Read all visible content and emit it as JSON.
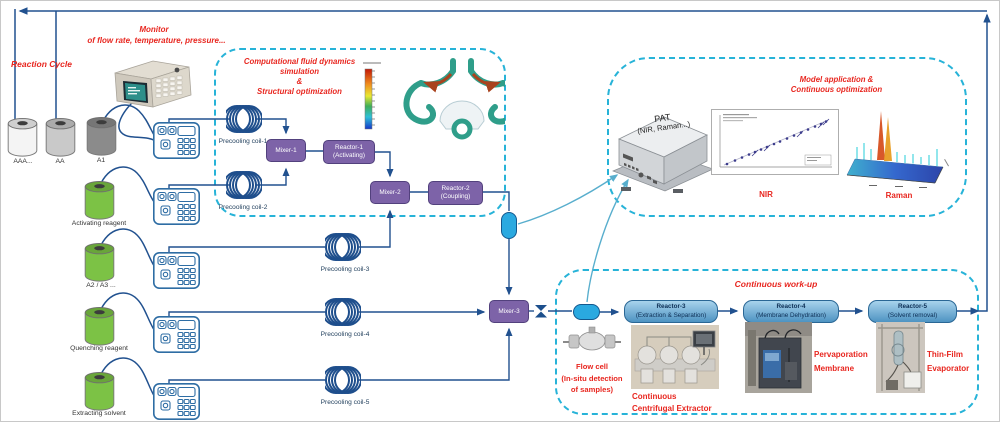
{
  "recycle_label": "Reaction Cycle",
  "monitor": {
    "title": "Monitor",
    "subtitle": "of flow rate, temperature, pressure..."
  },
  "supplies": [
    {
      "label": "AAA..."
    },
    {
      "label": "AA"
    },
    {
      "label": "A1"
    },
    {
      "label": "Activating reagent"
    },
    {
      "label": "A2 / A3 ..."
    },
    {
      "label": "Quenching reagent"
    },
    {
      "label": "Extracting solvent"
    }
  ],
  "coils": [
    {
      "label": "Precooling coil-1"
    },
    {
      "label": "Precooling coil-2"
    },
    {
      "label": "Precooling coil-3"
    },
    {
      "label": "Precooling coil-4"
    },
    {
      "label": "Precooling coil-5"
    }
  ],
  "cfd_box": {
    "title_lines": [
      "Computational fluid dynamics",
      "simulation",
      "&",
      "Structural optimization"
    ]
  },
  "mixers": [
    {
      "label": "Mixer-1"
    },
    {
      "label": "Mixer-2"
    },
    {
      "label": "Mixer-3"
    }
  ],
  "reactors": [
    {
      "name": "Reactor-1",
      "mode": "(Activating)"
    },
    {
      "name": "Reactor-2",
      "mode": "(Coupling)"
    },
    {
      "name": "Reactor-3",
      "mode": "(Extraction & Separation)"
    },
    {
      "name": "Reactor-4",
      "mode": "(Membrane Dehydration)"
    },
    {
      "name": "Reactor-5",
      "mode": "(Solvent removal)"
    }
  ],
  "pat": {
    "line1": "PAT",
    "line2": "(NIR, Raman...)"
  },
  "model_box": {
    "title_line1": "Model application &",
    "title_line2": "Continuous optimization",
    "nir_label": "NIR",
    "raman_label": "Raman"
  },
  "workup": {
    "title": "Continuous work-up",
    "flow_cell_lines": [
      "Flow cell",
      "(In-situ detection",
      "of samples)"
    ],
    "extractor_lines": [
      "Continuous",
      "Centrifugal Extractor"
    ],
    "membrane_lines": [
      "Pervaporation",
      "Membrane"
    ],
    "evaporator_lines": [
      "Thin-Film",
      "Evaporator"
    ]
  }
}
